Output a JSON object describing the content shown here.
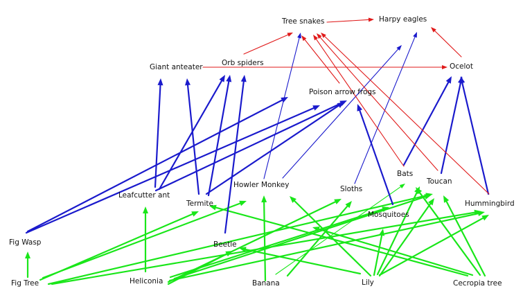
{
  "colors": {
    "producer": "#19e619",
    "primary": "#1a1acc",
    "secondary": "#e01a1a"
  },
  "nodes": [
    {
      "id": "tree-snakes",
      "label": "Tree snakes"
    },
    {
      "id": "harpy-eagles",
      "label": "Harpy eagles"
    },
    {
      "id": "giant-anteater",
      "label": "Giant anteater"
    },
    {
      "id": "orb-spiders",
      "label": "Orb spiders"
    },
    {
      "id": "ocelot",
      "label": "Ocelot"
    },
    {
      "id": "poison-arrow-frogs",
      "label": "Poison arrow frogs"
    },
    {
      "id": "leafcutter-ant",
      "label": "Leafcutter ant"
    },
    {
      "id": "termite",
      "label": "Termite"
    },
    {
      "id": "howler-monkey",
      "label": "Howler Monkey"
    },
    {
      "id": "sloths",
      "label": "Sloths"
    },
    {
      "id": "bats",
      "label": "Bats"
    },
    {
      "id": "toucan",
      "label": "Toucan"
    },
    {
      "id": "hummingbird",
      "label": "Hummingbird"
    },
    {
      "id": "mosquitoes",
      "label": "Mosquitoes"
    },
    {
      "id": "fig-wasp",
      "label": "Fig Wasp"
    },
    {
      "id": "beetle",
      "label": "Beetle"
    },
    {
      "id": "fig-tree",
      "label": "Fig Tree"
    },
    {
      "id": "heliconia",
      "label": "Heliconia"
    },
    {
      "id": "banana",
      "label": "Banana"
    },
    {
      "id": "lily",
      "label": "Lily"
    },
    {
      "id": "cecropia-tree",
      "label": "Cecropia tree"
    }
  ]
}
